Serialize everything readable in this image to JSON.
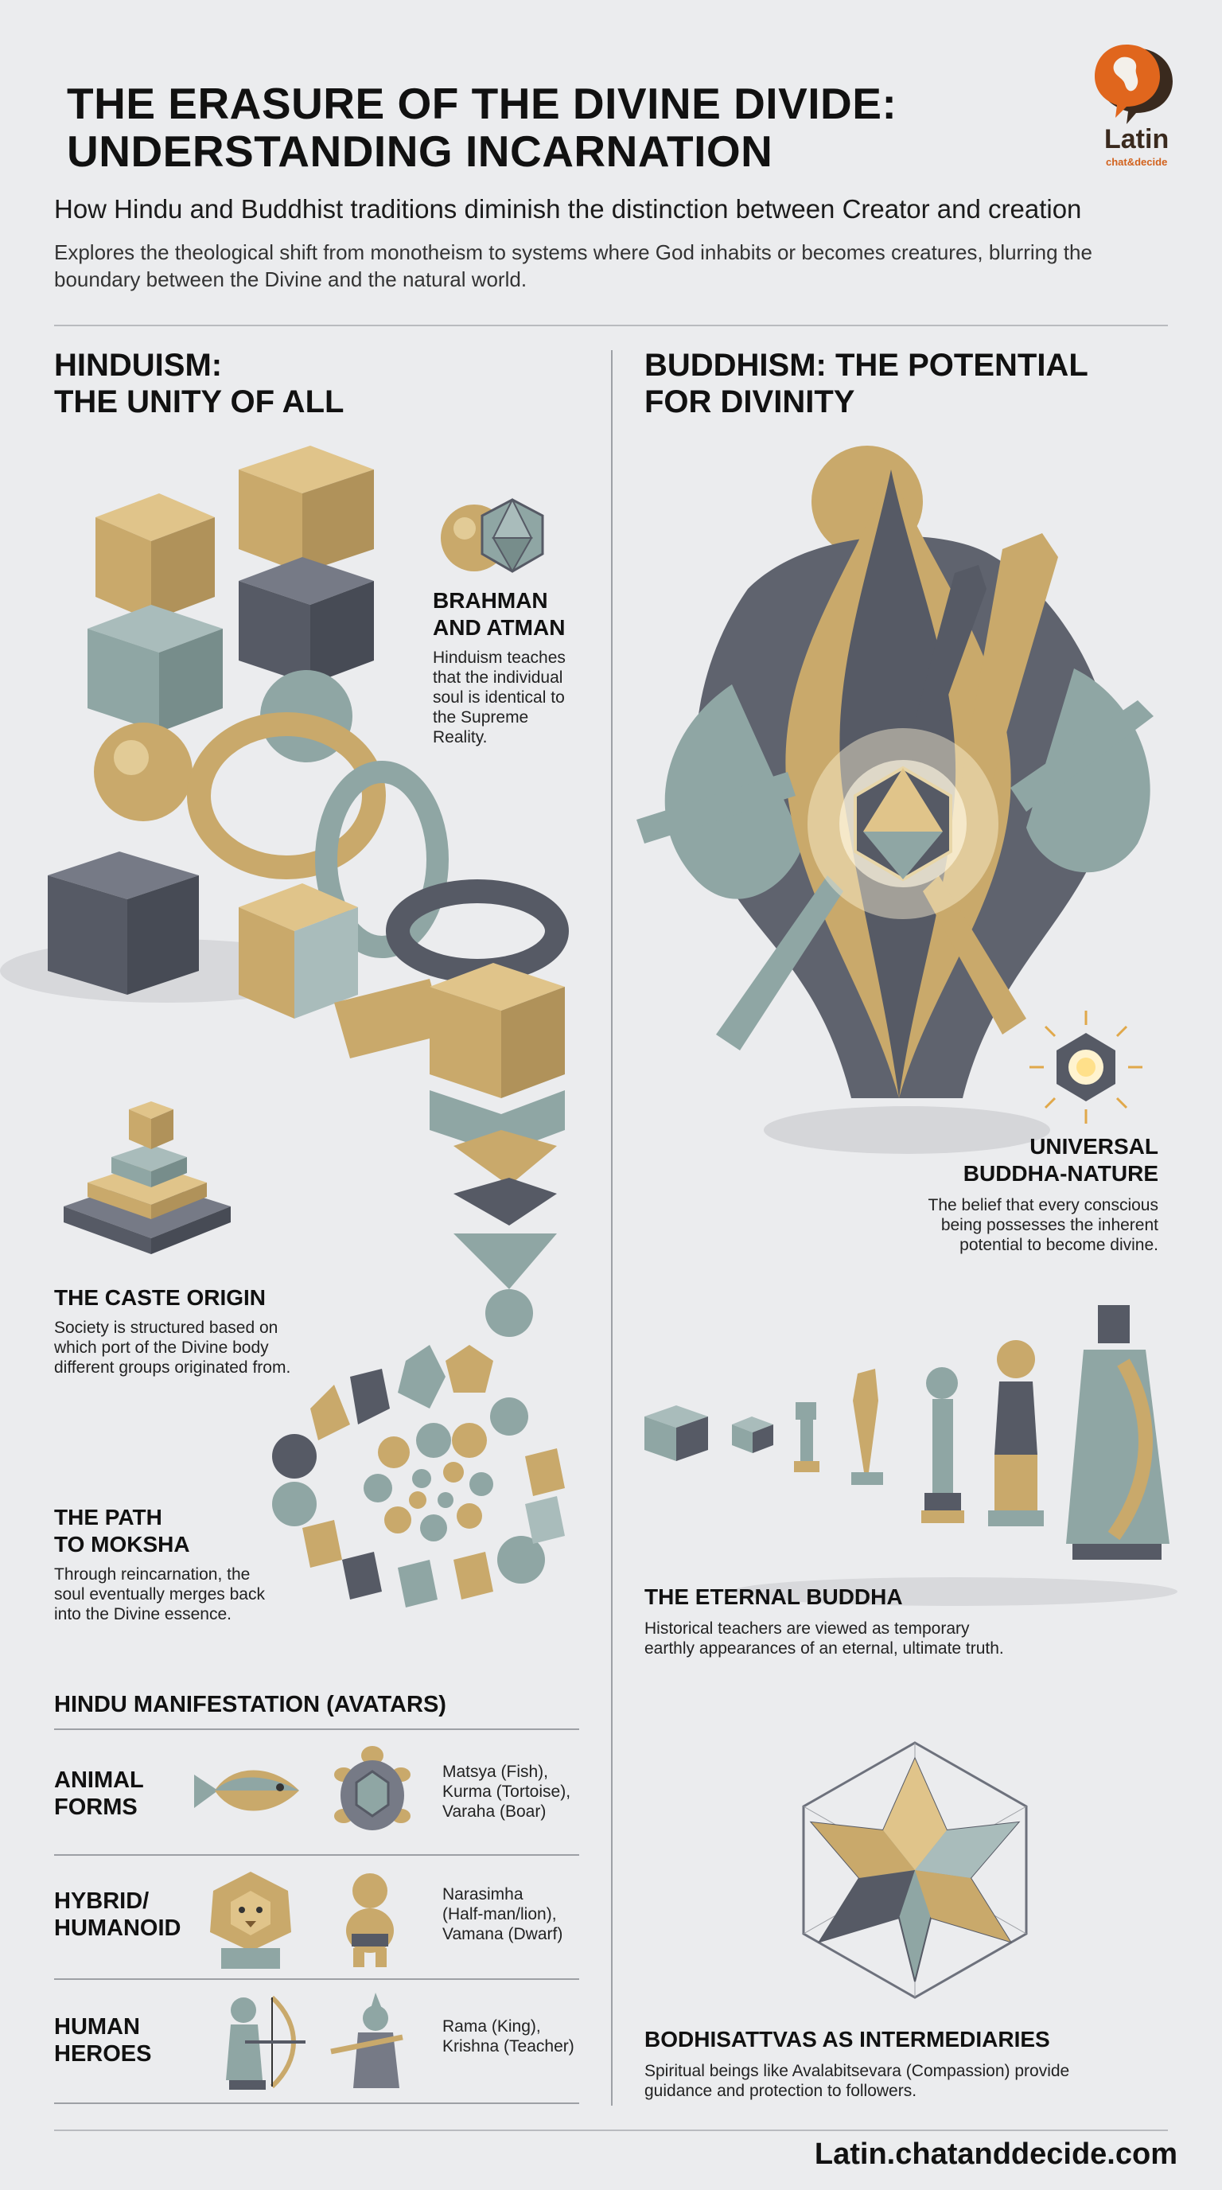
{
  "header": {
    "title_line1": "THE ERASURE OF THE DIVINE DIVIDE:",
    "title_line2": "UNDERSTANDING INCARNATION",
    "subtitle": "How Hindu and Buddhist traditions diminish the distinction between Creator and creation",
    "intro": "Explores the theological shift from monotheism to systems where God inhabits or becomes creatures, blurring the boundary between the Divine and the natural world."
  },
  "logo": {
    "name": "Latin",
    "tagline": "chat&decide"
  },
  "hinduism": {
    "heading_line1": "HINDUISM:",
    "heading_line2": "THE UNITY OF ALL",
    "brahman": {
      "title_line1": "BRAHMAN",
      "title_line2": "AND ATMAN",
      "text": [
        "Hinduism teaches",
        "that the individual",
        "soul is identical to",
        "the Supreme",
        "Reality."
      ]
    },
    "caste": {
      "title": "THE CASTE ORIGIN",
      "text": [
        "Society is structured based on",
        "which port of the Divine body",
        "different groups originated from."
      ]
    },
    "moksha": {
      "title_line1": "THE PATH",
      "title_line2": "TO MOKSHA",
      "text": [
        "Through reincarnation, the",
        "soul eventually merges back",
        "into the Divine essence."
      ]
    },
    "avatars": {
      "title": "HINDU MANIFESTATION (AVATARS)",
      "rows": [
        {
          "category_line1": "ANIMAL",
          "category_line2": "FORMS",
          "names": [
            "Matsya (Fish),",
            "Kurma (Tortoise),",
            "Varaha (Boar)"
          ],
          "icons": [
            "fish-icon",
            "tortoise-icon"
          ]
        },
        {
          "category_line1": "HYBRID/",
          "category_line2": "HUMANOID",
          "names": [
            "Narasimha",
            "(Half-man/lion),",
            "Vamana (Dwarf)"
          ],
          "icons": [
            "lion-icon",
            "dwarf-icon"
          ]
        },
        {
          "category_line1": "HUMAN",
          "category_line2": "HEROES",
          "names": [
            "Rama (King),",
            "Krishna (Teacher)"
          ],
          "icons": [
            "archer-icon",
            "flute-player-icon"
          ]
        }
      ]
    }
  },
  "buddhism": {
    "heading_line1": "BUDDHISM: THE POTENTIAL",
    "heading_line2": "FOR DIVINITY",
    "buddha_nature": {
      "title_line1": "UNIVERSAL",
      "title_line2": "BUDDHA-NATURE",
      "text": [
        "The belief that every conscious",
        "being possesses the inherent",
        "potential to become divine."
      ]
    },
    "eternal_buddha": {
      "title": "THE ETERNAL BUDDHA",
      "text": [
        "Historical teachers are viewed as temporary",
        "earthly appearances of an eternal, ultimate truth."
      ]
    },
    "bodhisattvas": {
      "title": "BODHISATTVAS AS INTERMEDIARIES",
      "text": [
        "Spiritual beings like Avalabitsevara (Compassion) provide",
        "guidance and protection to followers."
      ]
    }
  },
  "footer": {
    "url": "Latin.chatanddecide.com"
  },
  "colors": {
    "gold": "#c9a96b",
    "slate": "#565a65",
    "sage": "#8fa6a4",
    "background": "#ebecee"
  }
}
